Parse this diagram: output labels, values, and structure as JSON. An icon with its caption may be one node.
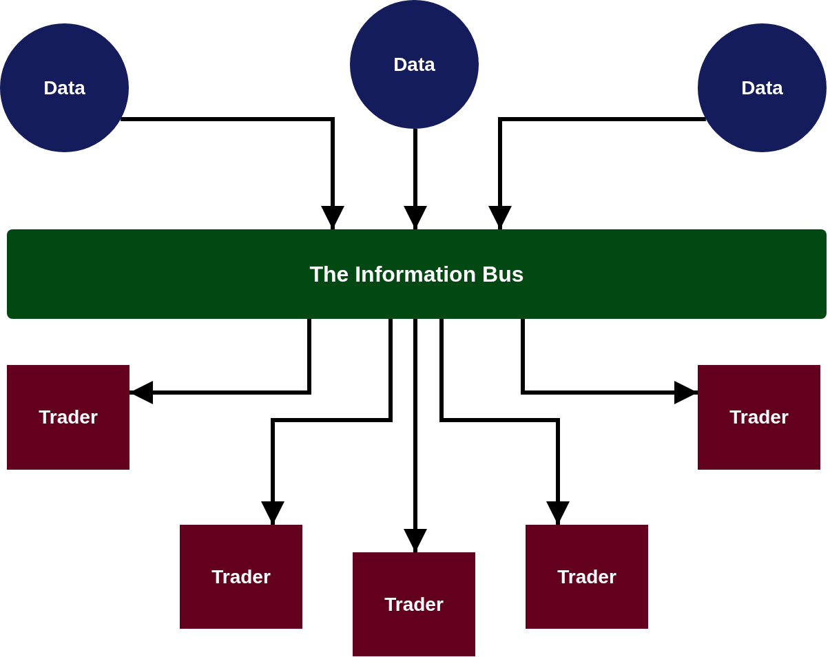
{
  "diagram": {
    "nodes": [
      {
        "text": [
          "Data"
        ]
      },
      {
        "text": [
          "Data"
        ]
      },
      {
        "text": [
          "Data"
        ]
      },
      {
        "text": [
          "The Information Bus"
        ]
      },
      {
        "text": [
          "Trader"
        ]
      },
      {
        "text": [
          "Trader"
        ]
      },
      {
        "text": [
          "Trader"
        ]
      },
      {
        "text": [
          "Trader"
        ]
      },
      {
        "text": [
          "Trader"
        ]
      }
    ],
    "edges": [
      {
        "from": 0,
        "to": 3,
        "arrow": "to"
      },
      {
        "from": 1,
        "to": 3,
        "arrow": "to"
      },
      {
        "from": 2,
        "to": 3,
        "arrow": "to"
      },
      {
        "from": 3,
        "to": 4,
        "arrow": "to"
      },
      {
        "from": 3,
        "to": 5,
        "arrow": "to"
      },
      {
        "from": 3,
        "to": 6,
        "arrow": "to"
      },
      {
        "from": 3,
        "to": 7,
        "arrow": "to"
      },
      {
        "from": 3,
        "to": 8,
        "arrow": "to"
      }
    ]
  }
}
